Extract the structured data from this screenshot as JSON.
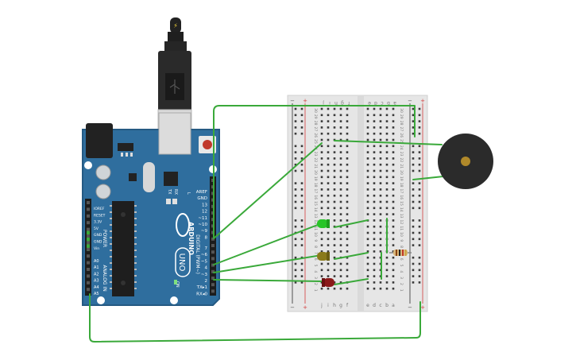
{
  "colors": {
    "board": "#2f6e9e",
    "board_edge": "#255a83",
    "wire": "#3aa93a",
    "breadboard": "#e6e6e6",
    "buzzer": "#2b2b2b",
    "led_green": "#28c528",
    "led_yellow": "#8a7a1a",
    "led_red": "#8b1a1a",
    "power_rail_red": "#d23b3b"
  },
  "arduino": {
    "brand": "ARDUINO",
    "model": "UNO",
    "digital_label": "DIGITAL (PWM~)",
    "analog_label": "ANALOG IN",
    "power_label": "POWER",
    "on_label": "ON",
    "tx_label": "TX",
    "rx_label": "RX",
    "l_label": "L",
    "top_pins": [
      "AREF",
      "GND",
      "13",
      "12",
      "~11",
      "~10",
      "~9",
      "8"
    ],
    "bottom_pins": [
      "7",
      "~6",
      "~5",
      "4",
      "~3",
      "2",
      "TX▸1",
      "RX◂0"
    ],
    "power_pins": [
      "IOREF",
      "RESET",
      "3.3V",
      "5V",
      "GND",
      "GND",
      "Vin"
    ],
    "analog_pins": [
      "A0",
      "A1",
      "A2",
      "A3",
      "A4",
      "A5"
    ]
  },
  "breadboard": {
    "left_cols": [
      "j",
      "i",
      "h",
      "g",
      "f"
    ],
    "right_cols": [
      "e",
      "d",
      "c",
      "b",
      "a"
    ],
    "rail_minus": "−",
    "rail_plus": "+",
    "row_numbers": [
      "30",
      "29",
      "28",
      "27",
      "26",
      "25",
      "24",
      "23",
      "22",
      "21",
      "20",
      "19",
      "18",
      "17",
      "16",
      "15",
      "14",
      "13",
      "12",
      "11",
      "10",
      "9",
      "8",
      "7",
      "6",
      "5",
      "4",
      "3",
      "2",
      "1"
    ]
  },
  "usb": {
    "icon": "lightning-icon",
    "symbol": "⚡"
  },
  "components": [
    "green-led",
    "yellow-led",
    "red-led",
    "resistor",
    "piezo-buzzer"
  ]
}
